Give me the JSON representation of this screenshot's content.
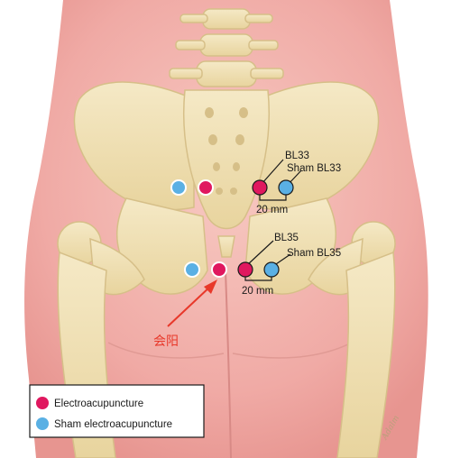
{
  "colors": {
    "electro": "#e0185f",
    "sham": "#5ab0e4",
    "arrow": "#e8382a",
    "bone": "#f0e2b8",
    "skin": "#f2b4ae"
  },
  "labels": {
    "bl33": "BL33",
    "sham_bl33": "Sham BL33",
    "bl35": "BL35",
    "sham_bl35": "Sham BL35",
    "distance_top": "20 mm",
    "distance_bottom": "20 mm",
    "huiyang": "会阳"
  },
  "legend": {
    "electro": "Electroacupuncture",
    "sham": "Sham electroacupuncture"
  },
  "signature": "Adalm"
}
